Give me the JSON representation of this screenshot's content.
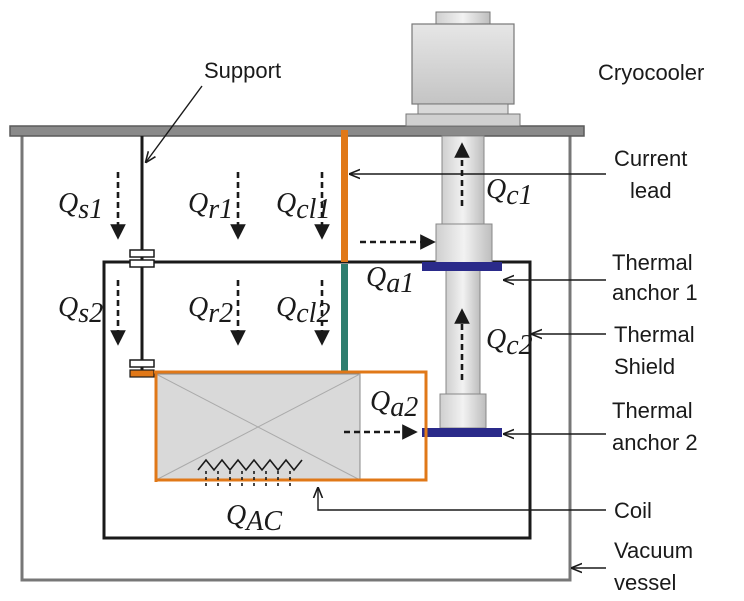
{
  "labels": {
    "support": "Support",
    "cryocooler": "Cryocooler",
    "current_lead_1": "Current",
    "current_lead_2": "lead",
    "thermal_anchor1_1": "Thermal",
    "thermal_anchor1_2": "anchor 1",
    "thermal_shield_1": "Thermal",
    "thermal_shield_2": "Shield",
    "thermal_anchor2_1": "Thermal",
    "thermal_anchor2_2": "anchor 2",
    "coil": "Coil",
    "vacuum_vessel_1": "Vacuum",
    "vacuum_vessel_2": "vessel"
  },
  "heat_loads": {
    "qs1": {
      "base": "Q",
      "sub": "s1"
    },
    "qr1": {
      "base": "Q",
      "sub": "r1"
    },
    "qcl1": {
      "base": "Q",
      "sub": "cl1"
    },
    "qc1": {
      "base": "Q",
      "sub": "c1"
    },
    "qa1": {
      "base": "Q",
      "sub": "a1"
    },
    "qs2": {
      "base": "Q",
      "sub": "s2"
    },
    "qr2": {
      "base": "Q",
      "sub": "r2"
    },
    "qcl2": {
      "base": "Q",
      "sub": "cl2"
    },
    "qc2": {
      "base": "Q",
      "sub": "c2"
    },
    "qa2": {
      "base": "Q",
      "sub": "a2"
    },
    "qac": {
      "base": "Q",
      "sub": "AC"
    }
  },
  "colors": {
    "vessel": "#777777",
    "shield": "#1a1a1a",
    "lead_upper": "#e07818",
    "lead_lower": "#2e7d6e",
    "anchor": "#2a2a8a",
    "coil_outline": "#e07818",
    "coil_fill": "#d9d9d9"
  }
}
